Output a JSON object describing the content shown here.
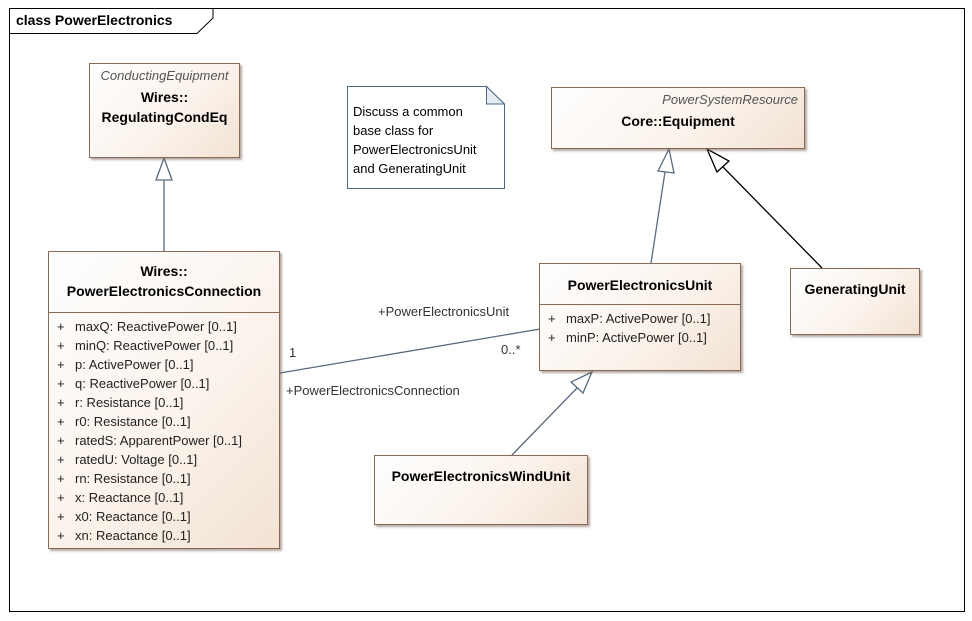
{
  "diagram": {
    "frame_title": "class PowerElectronics"
  },
  "classes": {
    "regulating_cond_eq": {
      "stereotype": "ConductingEquipment",
      "name_line1": "Wires::",
      "name_line2": "RegulatingCondEq"
    },
    "equipment": {
      "stereotype": "PowerSystemResource",
      "name": "Core::Equipment"
    },
    "pe_connection": {
      "name_line1": "Wires::",
      "name_line2": "PowerElectronicsConnection",
      "attributes": [
        {
          "vis": "+",
          "text": "maxQ: ReactivePower [0..1]"
        },
        {
          "vis": "+",
          "text": "minQ: ReactivePower [0..1]"
        },
        {
          "vis": "+",
          "text": "p: ActivePower [0..1]"
        },
        {
          "vis": "+",
          "text": "q: ReactivePower [0..1]"
        },
        {
          "vis": "+",
          "text": "r: Resistance [0..1]"
        },
        {
          "vis": "+",
          "text": "r0: Resistance [0..1]"
        },
        {
          "vis": "+",
          "text": "ratedS: ApparentPower [0..1]"
        },
        {
          "vis": "+",
          "text": "ratedU: Voltage [0..1]"
        },
        {
          "vis": "+",
          "text": "rn: Resistance [0..1]"
        },
        {
          "vis": "+",
          "text": "x: Reactance [0..1]"
        },
        {
          "vis": "+",
          "text": "x0: Reactance [0..1]"
        },
        {
          "vis": "+",
          "text": "xn: Reactance [0..1]"
        }
      ]
    },
    "pe_unit": {
      "name": "PowerElectronicsUnit",
      "attributes": [
        {
          "vis": "+",
          "text": "maxP: ActivePower [0..1]"
        },
        {
          "vis": "+",
          "text": "minP: ActivePower [0..1]"
        }
      ]
    },
    "generating_unit": {
      "name": "GeneratingUnit"
    },
    "pe_wind_unit": {
      "name": "PowerElectronicsWindUnit"
    }
  },
  "note": {
    "lines": [
      "Discuss a common",
      "base class for",
      "PowerElectronicsUnit",
      "and GeneratingUnit"
    ]
  },
  "association": {
    "role_unit": "+PowerElectronicsUnit",
    "role_connection": "+PowerElectronicsConnection",
    "mult_connection": "1",
    "mult_unit": "0..*"
  }
}
